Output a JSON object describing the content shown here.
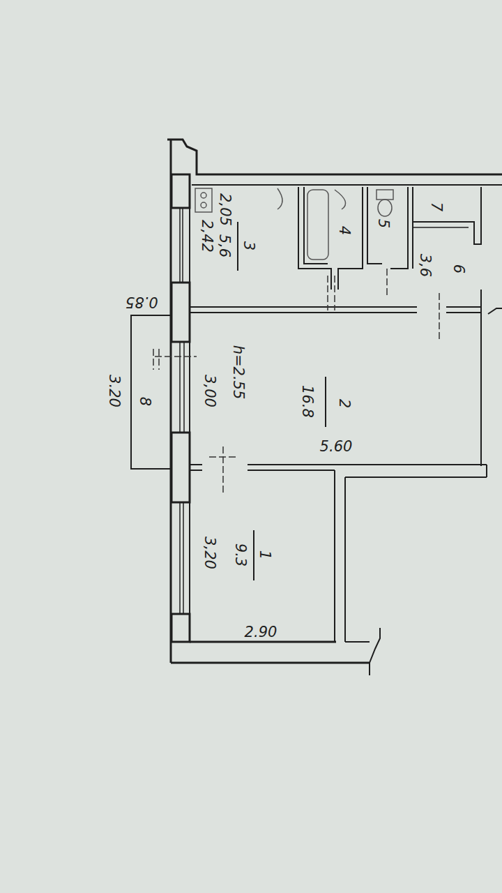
{
  "diagram": {
    "labels": [
      "2,05",
      "2,42",
      "5,6",
      "3",
      "4",
      "5",
      "7",
      "6",
      "3,6",
      "0.85",
      "h=2.55",
      "3,00",
      "8",
      "3.20",
      "2",
      "16.8",
      "5.60",
      "1",
      "9.3",
      "3,20",
      "2.90"
    ]
  }
}
